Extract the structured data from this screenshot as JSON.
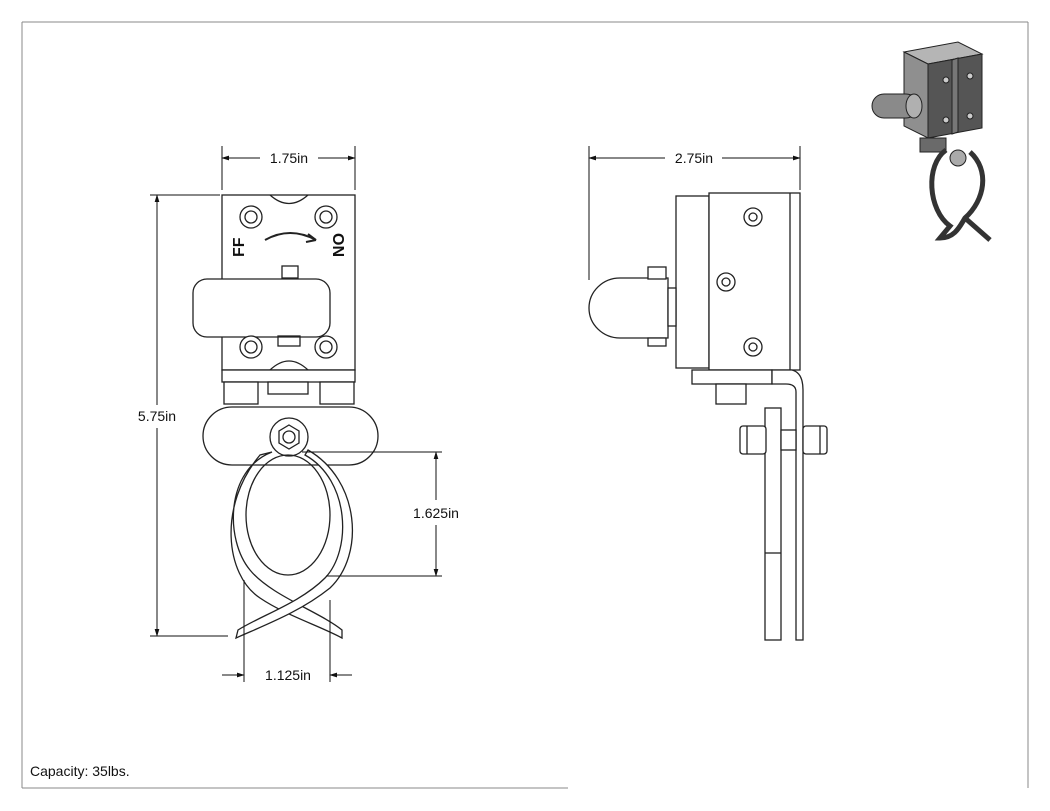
{
  "dimensions": {
    "top_width": "1.75in",
    "side_depth": "2.75in",
    "overall_height": "5.75in",
    "hook_opening": "1.625in",
    "hook_width": "1.125in"
  },
  "switch_labels": {
    "off": "FF",
    "on": "ON"
  },
  "notes": {
    "capacity": "Capacity: 35lbs."
  }
}
